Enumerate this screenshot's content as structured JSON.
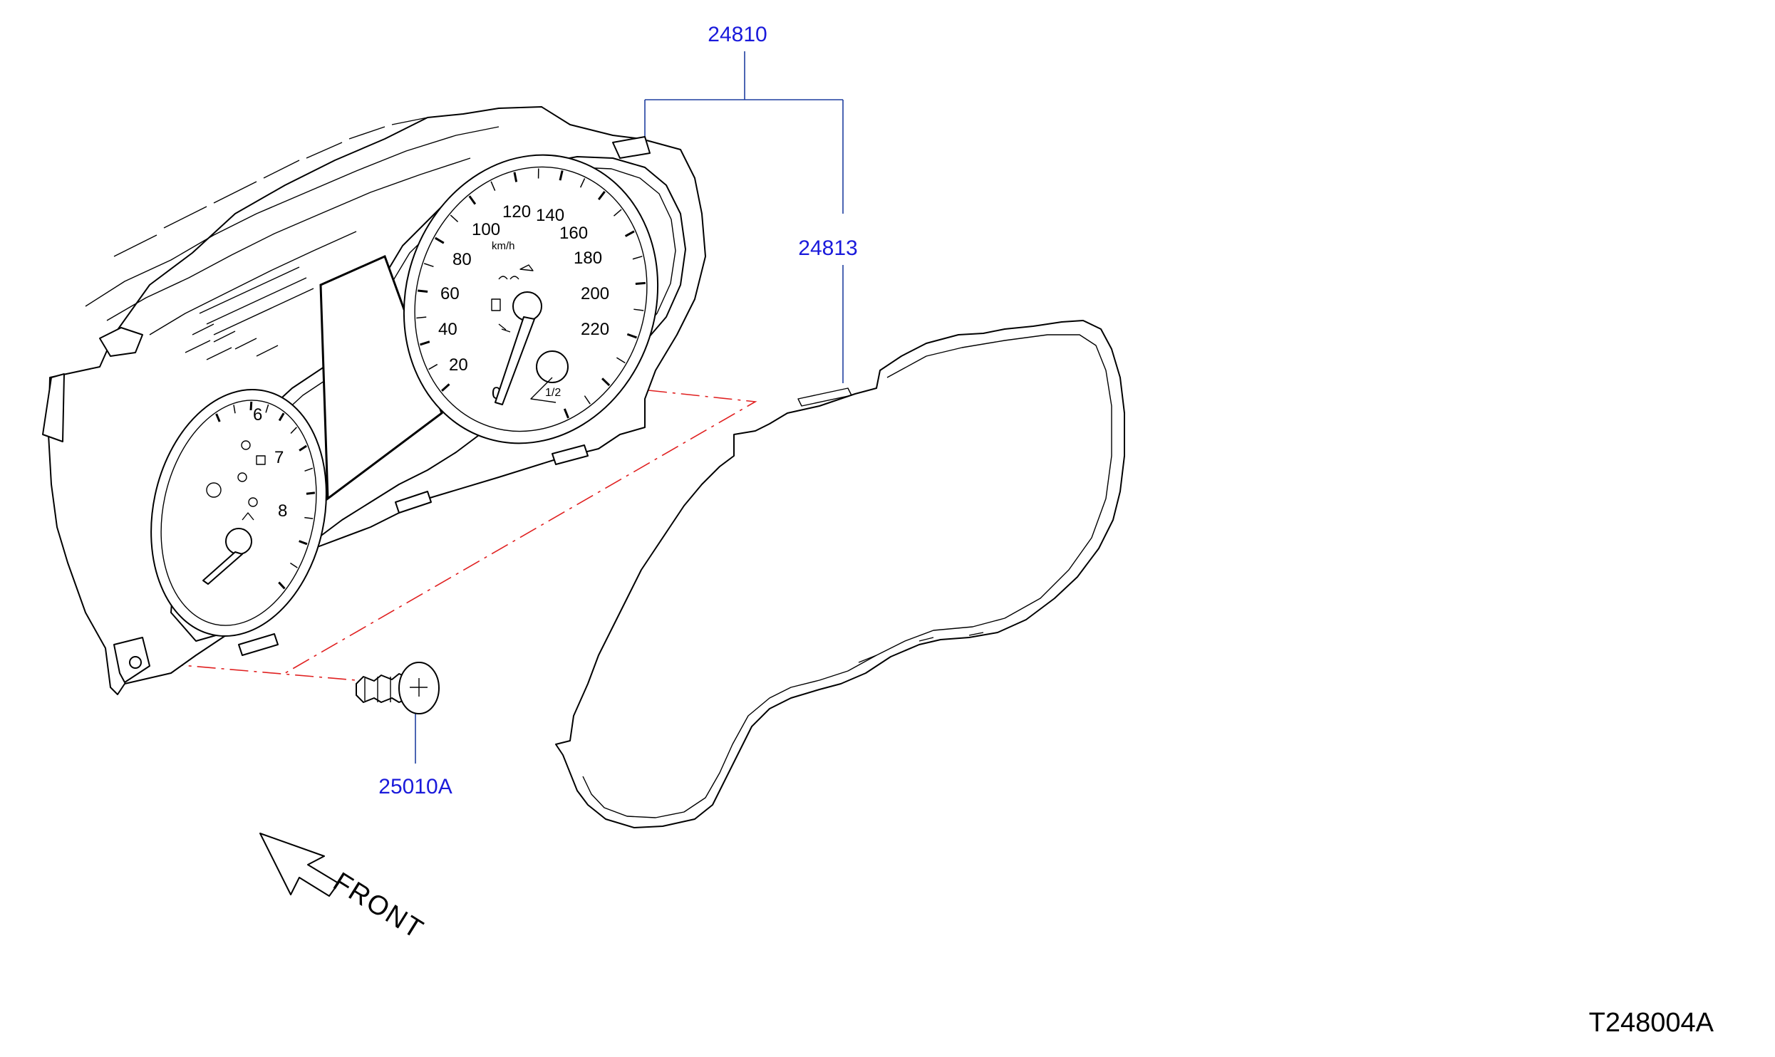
{
  "parts": [
    {
      "id": "cluster",
      "label": "24810"
    },
    {
      "id": "lens",
      "label": "24813"
    },
    {
      "id": "screw",
      "label": "25010A"
    }
  ],
  "front_label": "FRONT",
  "diagram_code": "T248004A",
  "speedometer": {
    "unit": "km/h",
    "ticks": [
      "0",
      "20",
      "40",
      "60",
      "80",
      "100",
      "120",
      "140",
      "160",
      "180",
      "200",
      "220"
    ]
  },
  "tachometer": {
    "ticks": [
      "6",
      "7",
      "8"
    ]
  },
  "fuel_gauge": {
    "label": "1/2"
  },
  "colors": {
    "part_label": "#1a1adb",
    "leader_line": "#1f3fa0",
    "projection_line": "#e02020",
    "drawing": "#000000"
  }
}
